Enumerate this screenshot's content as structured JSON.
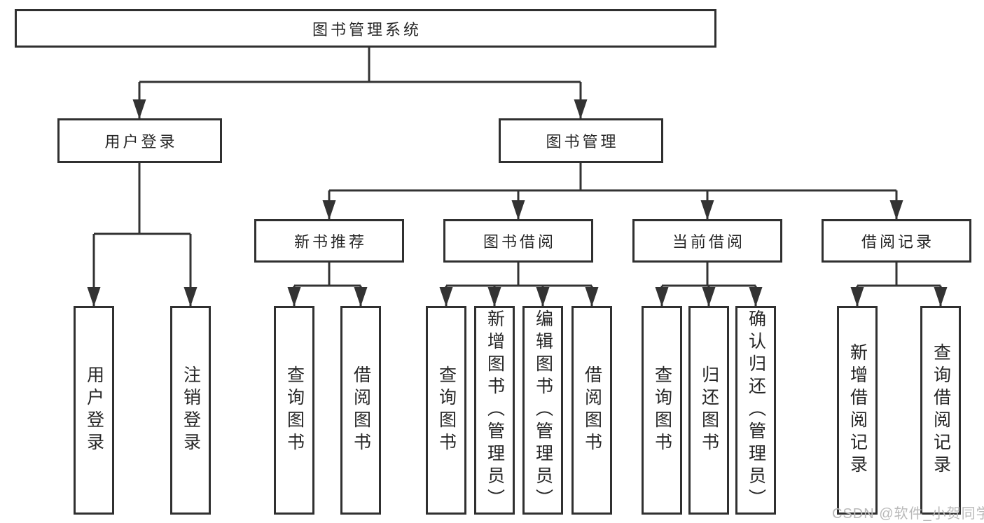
{
  "diagram": {
    "type": "hierarchy-tree",
    "nodes": {
      "root": "图书管理系统",
      "level2": {
        "user_login": "用户登录",
        "book_mgmt": "图书管理"
      },
      "level3": {
        "new_book": "新书推荐",
        "borrow": "图书借阅",
        "current": "当前借阅",
        "records": "借阅记录"
      },
      "leaves": {
        "user_login_1": "用户登录",
        "user_login_2": "注销登录",
        "new_book_1": "查询图书",
        "new_book_2": "借阅图书",
        "borrow_1": "查询图书",
        "borrow_2": "新增图书（管理员）",
        "borrow_3": "编辑图书（管理员）",
        "borrow_4": "借阅图书",
        "current_1": "查询图书",
        "current_2": "归还图书",
        "current_3": "确认归还（管理员）",
        "records_1": "新增借阅记录",
        "records_2": "查询借阅记录"
      }
    },
    "colors": {
      "line": "#333333",
      "text": "#262626",
      "background": "#ffffff",
      "watermark": "#b9b9b9"
    }
  },
  "watermark": "CSDN @软件_小贺同学"
}
